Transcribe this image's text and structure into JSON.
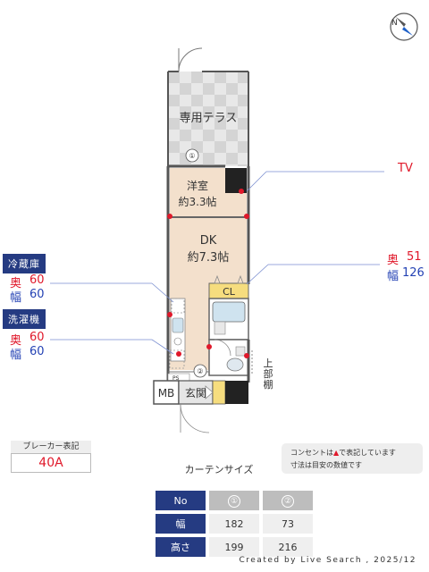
{
  "rooms": {
    "terrace": "専用テラス",
    "western_name": "洋室",
    "western_size": "約3.3帖",
    "dk_name": "DK",
    "dk_size": "約7.3帖",
    "closet": "CL",
    "mb": "MB",
    "entrance": "玄関",
    "ps": "PS",
    "upper_shelf": "上部棚",
    "window1": "①",
    "window2": "②"
  },
  "tv_label": "TV",
  "cl_dims": {
    "depth_label": "奥",
    "depth": "51",
    "width_label": "幅",
    "width": "126"
  },
  "fridge": {
    "title": "冷蔵庫",
    "depth_label": "奥",
    "depth": "60",
    "width_label": "幅",
    "width": "60"
  },
  "washer": {
    "title": "洗濯機",
    "depth_label": "奥",
    "depth": "60",
    "width_label": "幅",
    "width": "60"
  },
  "breaker": {
    "label": "ブレーカー表記",
    "value": "40A"
  },
  "note": {
    "line1_pre": "コンセントは",
    "line1_mark": "▲",
    "line1_post": "で表記しています",
    "line2": "寸法は目安の数値です"
  },
  "curtain": {
    "title": "カーテンサイズ",
    "header": {
      "label": "No",
      "c1": "①",
      "c2": "②"
    },
    "rows": [
      {
        "label": "幅",
        "c1": "182",
        "c2": "73"
      },
      {
        "label": "高さ",
        "c1": "199",
        "c2": "216"
      }
    ]
  },
  "compass_letter": "N",
  "credit": "Created by Live Search , 2025/12",
  "colors": {
    "accent_blue": "#253b82",
    "outlet_red": "#e0182a",
    "wood": "#f3e0cc"
  }
}
